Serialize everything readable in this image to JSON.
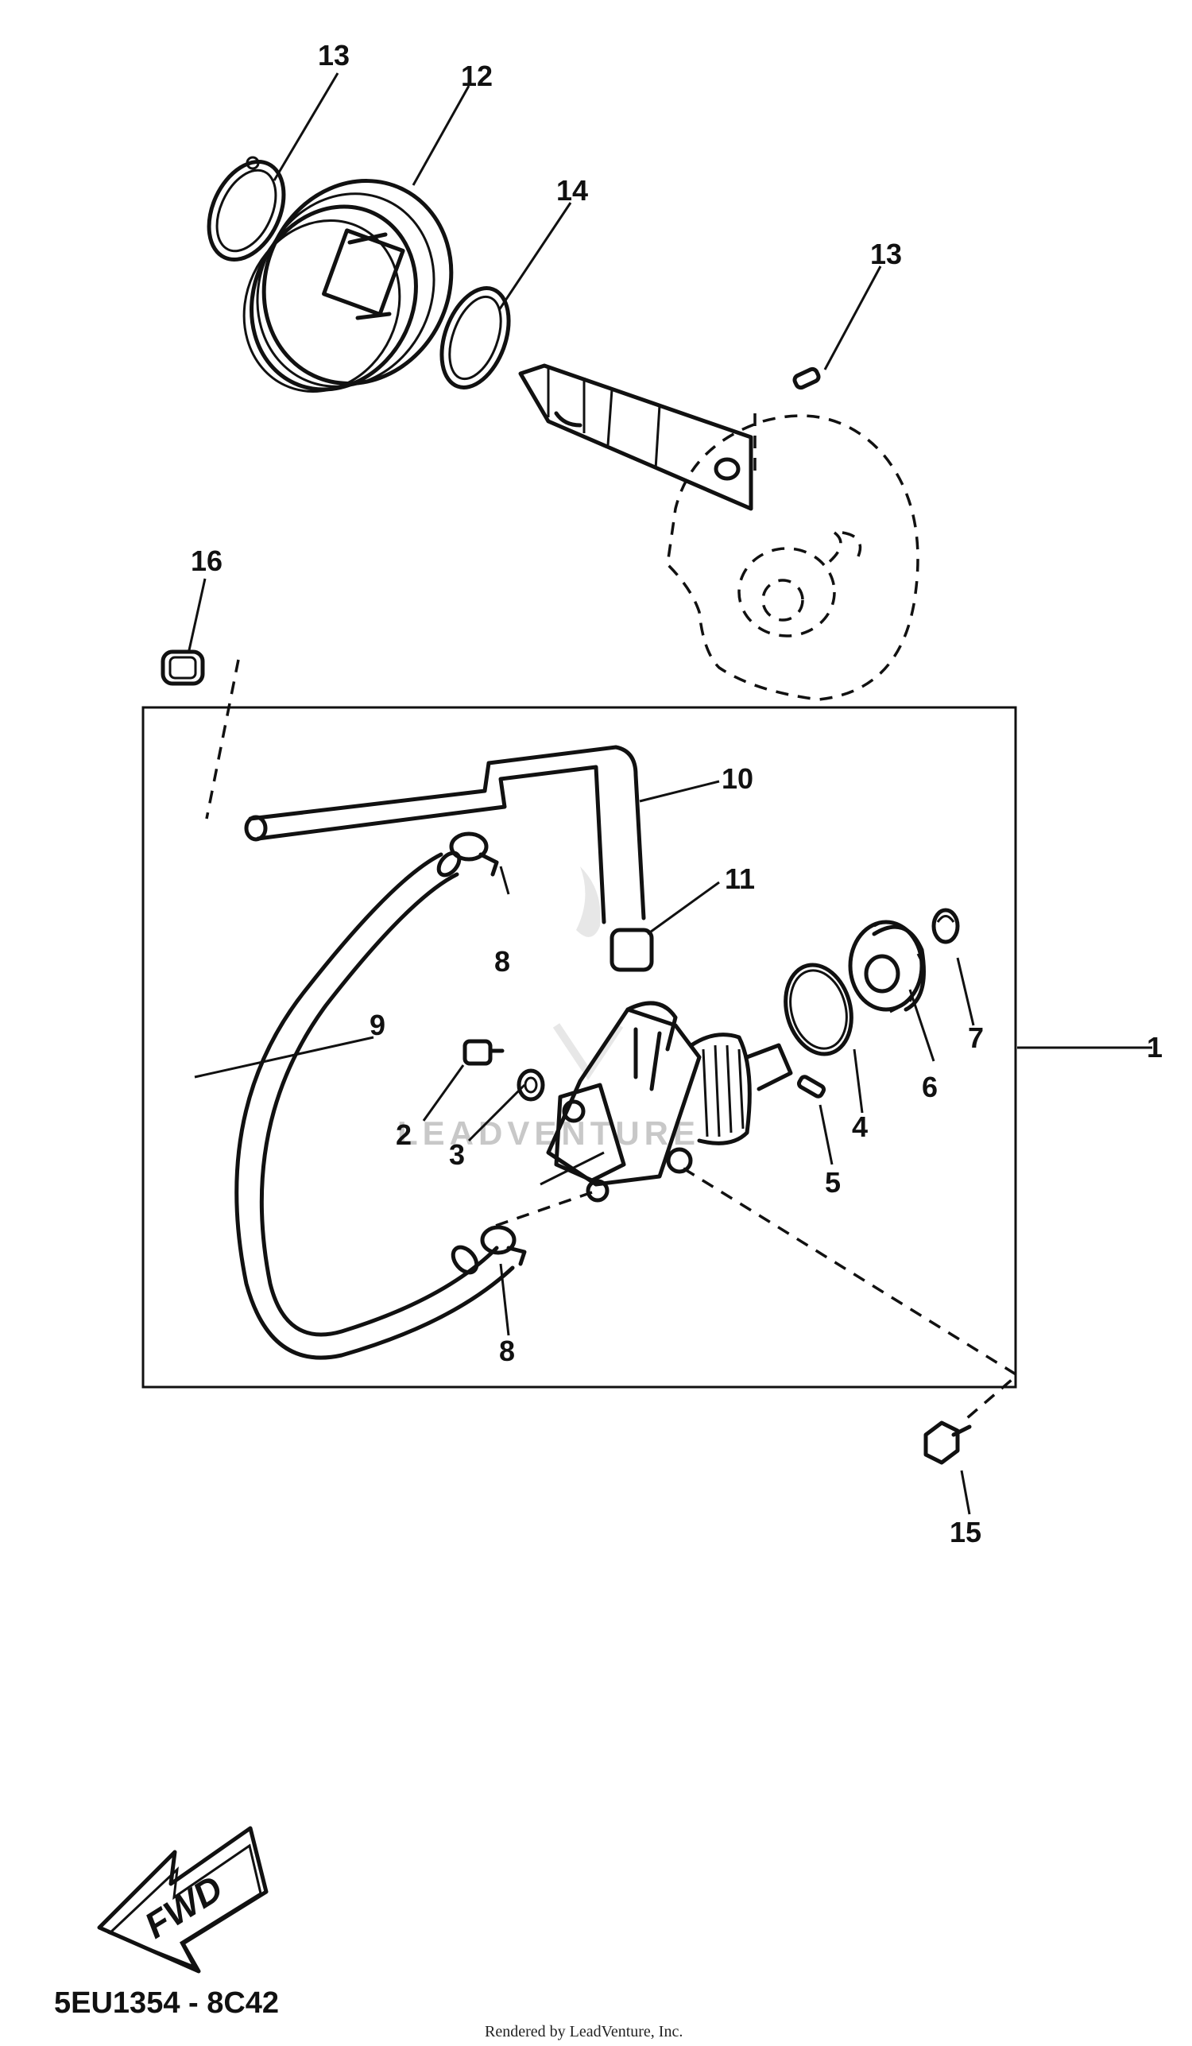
{
  "diagram": {
    "callouts": [
      "1",
      "2",
      "3",
      "4",
      "5",
      "6",
      "7",
      "8",
      "8",
      "9",
      "10",
      "11",
      "12",
      "13",
      "13",
      "14",
      "15",
      "16"
    ],
    "fwd_label": "FWD",
    "watermark": "LEADVENTURE",
    "diagram_code": "5EU1354 - 8C42",
    "credit": "Rendered by LeadVenture, Inc."
  }
}
